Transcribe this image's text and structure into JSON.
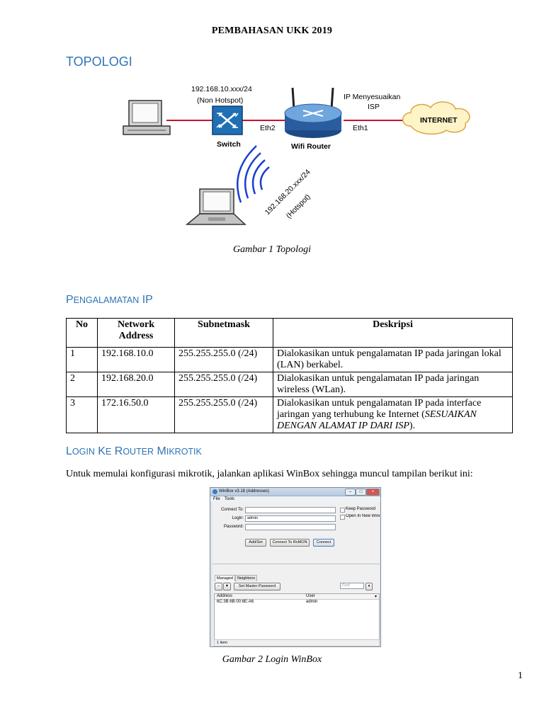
{
  "document": {
    "title": "PEMBAHASAN UKK 2019",
    "page_number": "1"
  },
  "sections": {
    "topologi": {
      "heading": "TOPOLOGI"
    },
    "pengalamatan": {
      "heading_a": "P",
      "heading_b": "engalamatan",
      "heading_c": " IP"
    },
    "login": {
      "p1": "L",
      "p2": "ogin",
      "p3": " K",
      "p4": "e",
      "p5": " R",
      "p6": "outer",
      "p7": " M",
      "p8": "ikrotik"
    }
  },
  "topology": {
    "switch_ip": "192.168.10.xxx/24",
    "switch_note": "(Non Hotspot)",
    "isp_label_1": "IP Menyesuaikan",
    "isp_label_2": "ISP",
    "internet": "INTERNET",
    "eth2": "Eth2",
    "eth1": "Eth1",
    "switch_label": "Switch",
    "router_label": "Wifi Router",
    "hotspot_ip": "192.168.20.xxx/24",
    "hotspot_note": "(Hotspot)",
    "colors": {
      "link": "#c8102e",
      "switch": "#1f6fb5",
      "router": "#2a5d9f",
      "wifi": "#1a3fd0"
    }
  },
  "captions": {
    "fig1": "Gambar  1 Topologi",
    "fig2": "Gambar  2 Login WinBox"
  },
  "ip_table": {
    "headers": [
      "No",
      "Network Address",
      "Subnetmask",
      "Deskripsi"
    ],
    "header_network_1": "Network",
    "header_network_2": "Address",
    "rows": [
      {
        "no": "1",
        "network": "192.168.10.0",
        "mask": "255.255.255.0 (/24)",
        "desc": "Dialokasikan untuk pengalamatan IP pada jaringan lokal (LAN) berkabel."
      },
      {
        "no": "2",
        "network": "192.168.20.0",
        "mask": "255.255.255.0 (/24)",
        "desc": "Dialokasikan untuk pengalamatan IP pada jaringan wireless (WLan)."
      },
      {
        "no": "3",
        "network": "172.16.50.0",
        "mask": "255.255.255.0 (/24)",
        "desc_a": "Dialokasikan untuk pengalamatan IP pada interface jaringan yang terhubung ke Internet (",
        "desc_b": "SESUAIKAN DENGAN ALAMAT IP DARI ISP",
        "desc_c": ")."
      }
    ]
  },
  "intro_text": "Untuk memulai konfigurasi mikrotik, jalankan aplikasi WinBox sehingga muncul tampilan berikut ini:",
  "winbox": {
    "title": "WinBox v3.18 (Addresses)",
    "menu": [
      "File",
      "Tools"
    ],
    "connect_to_label": "Connect To:",
    "login_label": "Login:",
    "login_value": "admin",
    "password_label": "Password:",
    "keep_password": "Keep Password",
    "open_new_window": "Open In New Window",
    "add_set": "Add/Set",
    "connect_romon": "Connect To RoMON",
    "connect": "Connect",
    "tab_managed": "Managed",
    "tab_neighbors": "Neighbors",
    "set_master_password": "Set Master Password",
    "find_placeholder": "Find",
    "col_address": "Address",
    "col_user": "User",
    "row_address": "6C:3B:6B:00:6E:A6",
    "row_user": "admin",
    "status": "1 item"
  }
}
